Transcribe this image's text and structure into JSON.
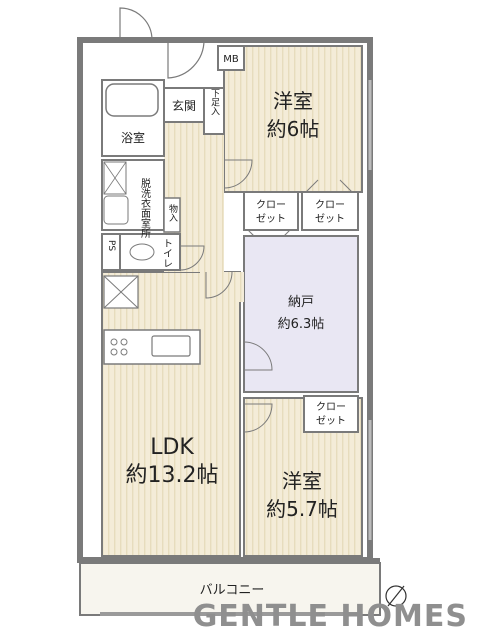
{
  "rooms": {
    "western_1": {
      "name": "洋室",
      "size": "約6帖"
    },
    "western_2": {
      "name": "洋室",
      "size": "約5.7帖"
    },
    "storage": {
      "name": "納戸",
      "size": "約6.3帖"
    },
    "ldk": {
      "name": "LDK",
      "size": "約13.2帖"
    },
    "bath": "浴室",
    "entrance": "玄関",
    "shoe_box": "下足入",
    "washroom": "脱洗衣面室所",
    "storage_small": "物入",
    "toilet": "トイレ",
    "ps": "PS",
    "mb": "MB",
    "balcony": "バルコニー"
  },
  "closets": [
    {
      "line1": "クロー",
      "line2": "ゼット"
    },
    {
      "line1": "クロー",
      "line2": "ゼット"
    },
    {
      "line1": "クロー",
      "line2": "ゼット"
    }
  ],
  "brand": "GENTLE HOMES",
  "colors": {
    "wall": "#777777",
    "floor": "#f4ecd8",
    "stripe": "#e7dcbd",
    "storage_fill": "#e9e7f3",
    "wet_fill": "#ffffff",
    "brand": "#8f8f8f"
  }
}
